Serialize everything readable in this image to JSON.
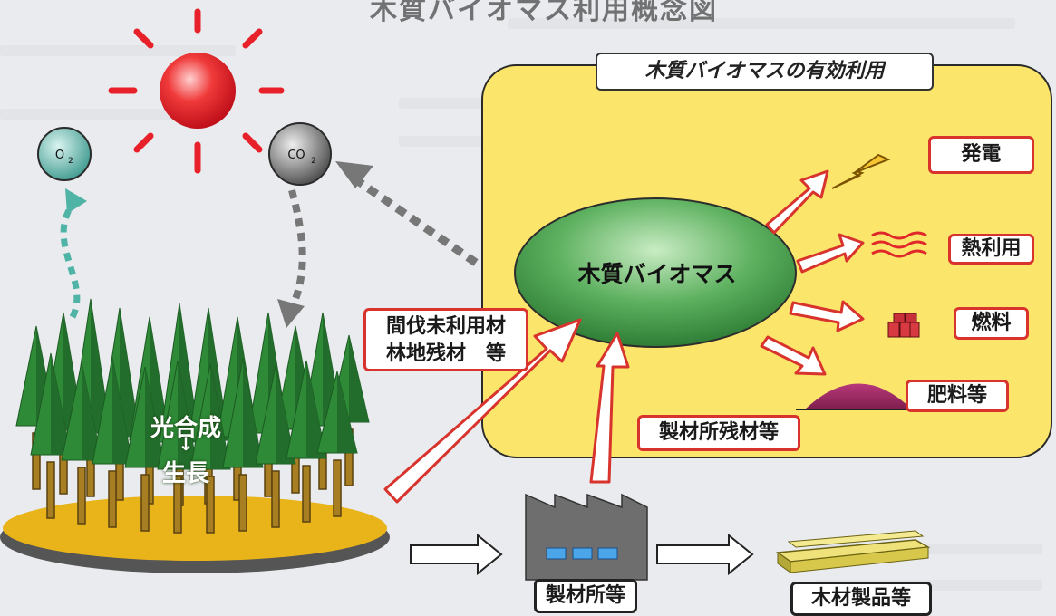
{
  "page_title": "木質バイオマス利用概念図",
  "panel_title": "木質バイオマスの有効利用",
  "center_label": "木質バイオマス",
  "molecules": {
    "o2": {
      "symbol": "O",
      "sub": "2"
    },
    "co2": {
      "symbol": "CO",
      "sub": "2"
    }
  },
  "forest": {
    "line1": "光合成",
    "arrow": "↓",
    "line2": "生長"
  },
  "inputs": {
    "forest_residue_line1": "間伐未利用材",
    "forest_residue_line2": "林地残材　等",
    "mill_residue": "製材所残材等"
  },
  "outputs": {
    "power": "発電",
    "heat": "熱利用",
    "fuel": "燃料",
    "fertilizer": "肥料等"
  },
  "flow": {
    "sawmill": "製材所等",
    "products": "木材製品等"
  },
  "colors": {
    "panel_fill": "#fbe66b",
    "accent_red": "#d8332c",
    "ellipse_green": "#3f9a48",
    "tree_green": "#2e8a37",
    "sun_red": "#e8202a",
    "dashed_teal": "#4fb3a6",
    "dashed_gray": "#777777"
  }
}
